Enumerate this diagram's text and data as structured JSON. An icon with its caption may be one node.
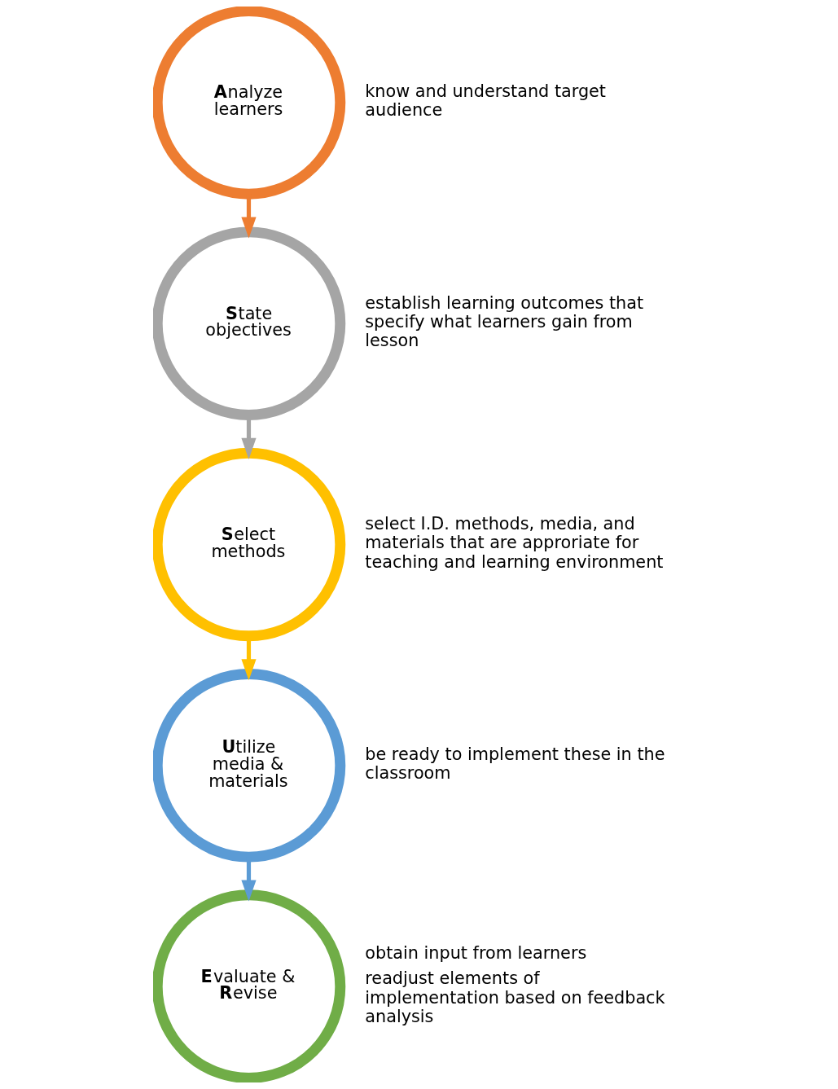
{
  "diagram": {
    "nodes": [
      {
        "text": [
          "**A**nalyze learners"
        ],
        "beside": [
          "know and understand target audience"
        ]
      },
      {
        "text": [
          "**S**tate objectives"
        ],
        "beside": [
          "establish learning outcomes that specify what learners gain from lesson"
        ]
      },
      {
        "text": [
          "**S**elect methods"
        ],
        "beside": [
          "select I.D. methods, media, and materials that are approriate for teaching and learning environment"
        ]
      },
      {
        "text": [
          "**U**tilize media & materials"
        ],
        "beside": [
          "be ready to implement these in the classroom"
        ]
      },
      {
        "text": [
          "**E**valuate & **R**evise"
        ],
        "beside": [
          "obtain input from learners",
          "readjust elements of implementation based on feedback analysis"
        ]
      }
    ],
    "edges": [
      {
        "from": 0,
        "to": 1,
        "arrow": "to",
        "color": "#ed7d31"
      },
      {
        "from": 1,
        "to": 2,
        "arrow": "to",
        "color": "#a5a5a5"
      },
      {
        "from": 2,
        "to": 3,
        "arrow": "to",
        "color": "#ffc000"
      },
      {
        "from": 3,
        "to": 4,
        "arrow": "to",
        "color": "#5b9bd5"
      }
    ]
  }
}
